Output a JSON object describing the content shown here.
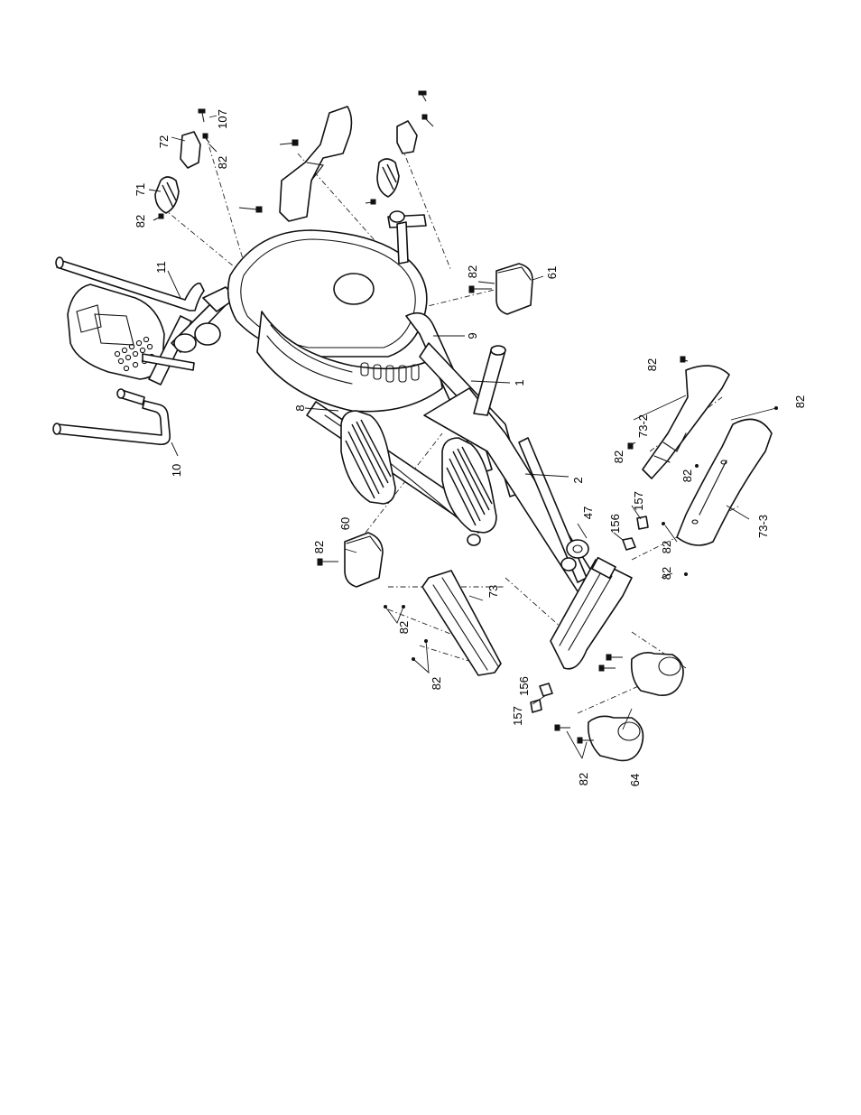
{
  "callouts": [
    {
      "text": "107"
    },
    {
      "text": "72"
    },
    {
      "text": "82"
    },
    {
      "text": "71"
    },
    {
      "text": "82"
    },
    {
      "text": "11"
    },
    {
      "text": "82"
    },
    {
      "text": "61"
    },
    {
      "text": "9"
    },
    {
      "text": "1"
    },
    {
      "text": "8"
    },
    {
      "text": "10"
    },
    {
      "text": "82"
    },
    {
      "text": "73-2"
    },
    {
      "text": "82"
    },
    {
      "text": "82"
    },
    {
      "text": "82"
    },
    {
      "text": "2"
    },
    {
      "text": "157"
    },
    {
      "text": "156"
    },
    {
      "text": "47"
    },
    {
      "text": "82"
    },
    {
      "text": "73-3"
    },
    {
      "text": "82"
    },
    {
      "text": "82"
    },
    {
      "text": "60"
    },
    {
      "text": "73"
    },
    {
      "text": "82"
    },
    {
      "text": "82"
    },
    {
      "text": "156"
    },
    {
      "text": "157"
    },
    {
      "text": "82"
    },
    {
      "text": "64"
    }
  ]
}
